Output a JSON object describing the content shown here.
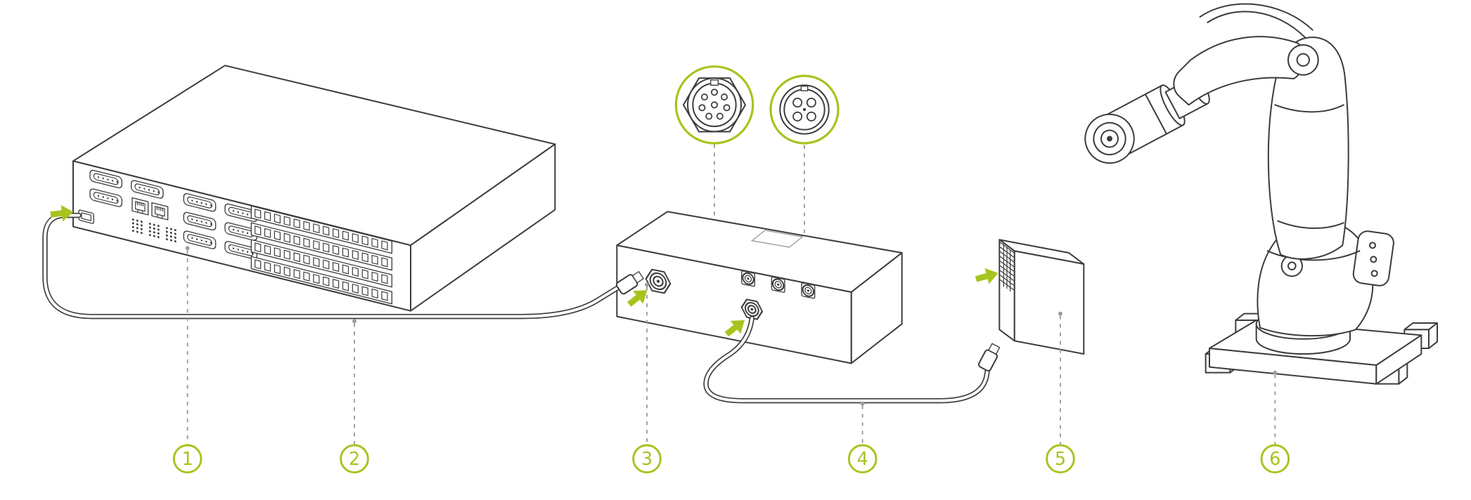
{
  "palette": {
    "accent_green": "#a6c41e",
    "line_dark": "#3c3c3c",
    "leader_gray": "#9c9c9c",
    "background": "#ffffff"
  },
  "callouts": [
    {
      "number": "1"
    },
    {
      "number": "2"
    },
    {
      "number": "3"
    },
    {
      "number": "4"
    },
    {
      "number": "5"
    },
    {
      "number": "6"
    }
  ],
  "components": {
    "pc": "industrial-pc",
    "cable1": "pc-to-box-cable",
    "box": "connector-box",
    "detail1": "m12-8pin-connector-detail",
    "detail2": "m12-4pin-connector-detail",
    "cable2": "box-to-terminal-cable",
    "terminal": "terminal-connector",
    "robot": "robot-arm"
  }
}
